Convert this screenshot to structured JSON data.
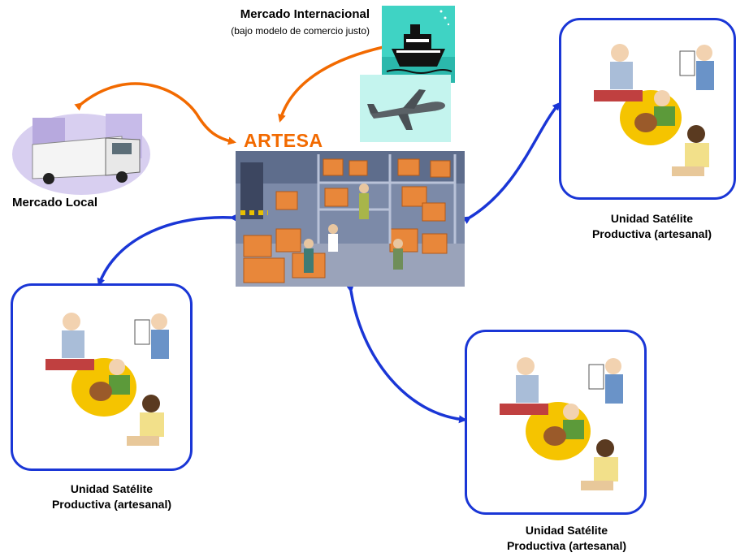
{
  "international_market": {
    "title": "Mercado Internacional",
    "subtitle": "(bajo modelo de comercio justo)"
  },
  "central_hub": {
    "title": "ARTESA"
  },
  "local_market": {
    "label": "Mercado Local"
  },
  "satellite_units": [
    {
      "line1": "Unidad Satélite",
      "line2": "Productiva (artesanal)"
    },
    {
      "line1": "Unidad Satélite",
      "line2": "Productiva (artesanal)"
    },
    {
      "line1": "Unidad Satélite",
      "line2": "Productiva (artesanal)"
    }
  ],
  "colors": {
    "orange_arrow": "#f26a00",
    "blue_arrow": "#1a36d6",
    "box_border": "#1a36d6",
    "title_accent": "#f26a00"
  },
  "icons": {
    "ship": "ship-icon",
    "airplane": "airplane-icon",
    "truck": "truck-icon",
    "warehouse": "warehouse-scene",
    "artisans": "artisan-workers-illustration"
  }
}
